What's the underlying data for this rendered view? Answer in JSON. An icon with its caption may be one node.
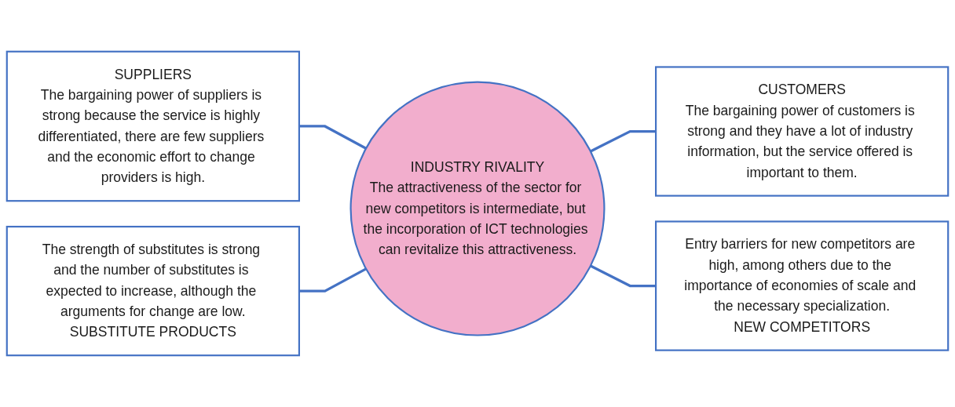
{
  "diagram": {
    "nodes": [
      {
        "text": [
          "SUPPLIERS",
          "The bargaining power of suppliers is strong because the service is highly differentiated, there are few suppliers and the economic effort to change providers is high."
        ]
      },
      {
        "text": [
          "CUSTOMERS",
          "The bargaining power of customers is strong and they have a lot of industry information, but the service offered is important to them."
        ]
      },
      {
        "text": [
          "INDUSTRY RIVALITY",
          "The attractiveness of the sector for new competitors is intermediate, but the incorporation of ICT technologies can revitalize this attractiveness."
        ]
      },
      {
        "text": [
          "The strength of substitutes is strong and the number of substitutes is expected to increase, although the arguments for change are low.",
          "SUBSTITUTE PRODUCTS"
        ]
      },
      {
        "text": [
          "Entry barriers for new competitors are high, among others due to the importance of economies of scale and the necessary specialization.",
          "NEW COMPETITORS"
        ]
      }
    ],
    "edges": [
      {
        "from": 0,
        "to": 2,
        "arrow": "none"
      },
      {
        "from": 2,
        "to": 1,
        "arrow": "none"
      },
      {
        "from": 3,
        "to": 2,
        "arrow": "none"
      },
      {
        "from": 2,
        "to": 4,
        "arrow": "none"
      }
    ]
  }
}
